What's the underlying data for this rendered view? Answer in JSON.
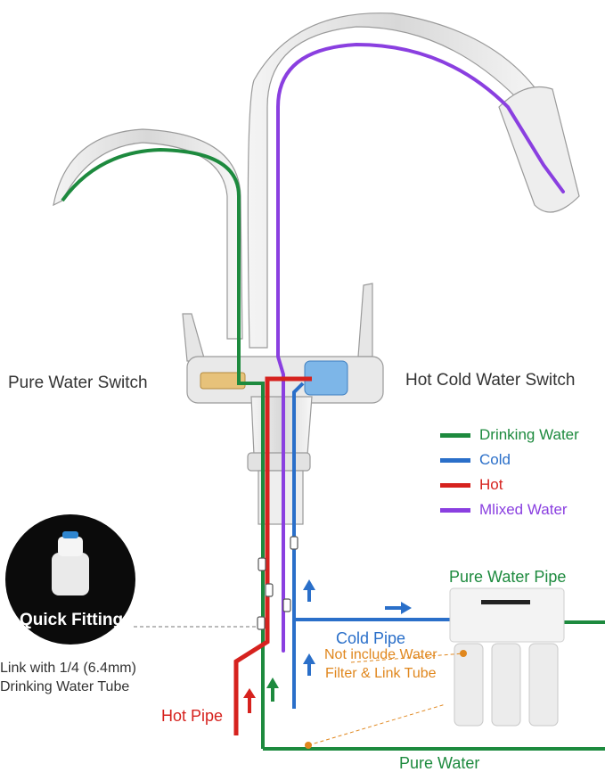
{
  "labels": {
    "pure_water_switch": "Pure Water Switch",
    "hot_cold_water_switch": "Hot Cold Water Switch",
    "pure_water_pipe": "Pure Water Pipe",
    "cold_pipe": "Cold Pipe",
    "hot_pipe": "Hot Pipe",
    "pure_water": "Pure Water",
    "quick_fitting": "Quick Fitting",
    "link_line1": "Link with 1/4 (6.4mm)",
    "link_line2": "Drinking Water Tube",
    "not_include_line1": "Not include Water",
    "not_include_line2": "Filter & Link Tube"
  },
  "legend": [
    {
      "label": "Drinking Water",
      "color": "#1d8a3e"
    },
    {
      "label": "Cold",
      "color": "#2a6fc9"
    },
    {
      "label": "Hot",
      "color": "#d6221e"
    },
    {
      "label": "Mlixed Water",
      "color": "#8a3fe0"
    }
  ],
  "colors": {
    "drinking": "#1d8a3e",
    "cold": "#2a6fc9",
    "hot": "#d6221e",
    "mixed": "#8a3fe0",
    "note": "#e0871e"
  }
}
